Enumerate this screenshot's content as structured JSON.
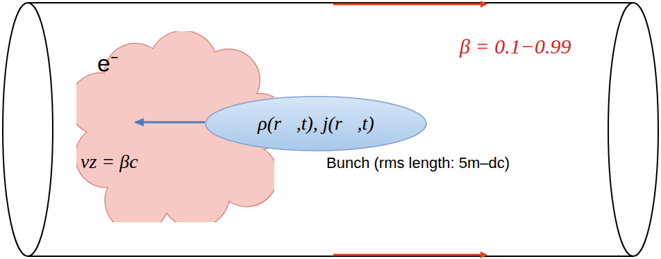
{
  "diagram": {
    "nodes": [
      {
        "text": [
          "e⁻",
          "vz = βc"
        ]
      },
      {
        "text": [
          "ρ(r⃗,t), j(r⃗,t)"
        ]
      }
    ],
    "labels": [
      "β = 0.1−0.99",
      "Bunch (rms length: 5m–dc)"
    ]
  }
}
